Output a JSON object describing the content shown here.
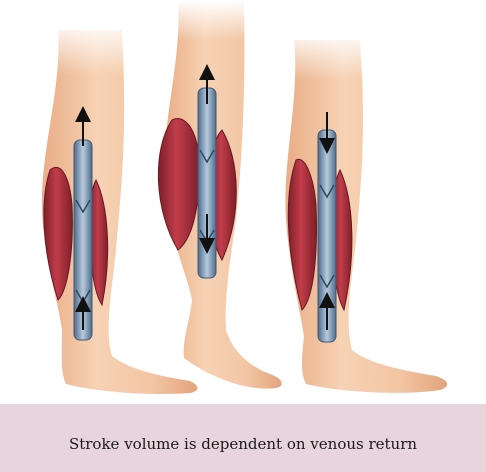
{
  "caption": {
    "text": "Stroke volume is dependent on venous return"
  },
  "colors": {
    "skin": "#f3c9a8",
    "skin_shade": "#e6a882",
    "muscle": "#b5333f",
    "muscle_dark": "#7e1f2a",
    "vein": "#8ea9c4",
    "vein_dark": "#4d6b8b",
    "arrow": "#111111",
    "caption_band": "#e7d4dc"
  },
  "panels": [
    {
      "name": "left-leg",
      "arrow_direction": "up"
    },
    {
      "name": "middle-leg",
      "arrow_direction": "up-and-down"
    },
    {
      "name": "right-leg",
      "arrow_direction": "up-and-down"
    }
  ]
}
